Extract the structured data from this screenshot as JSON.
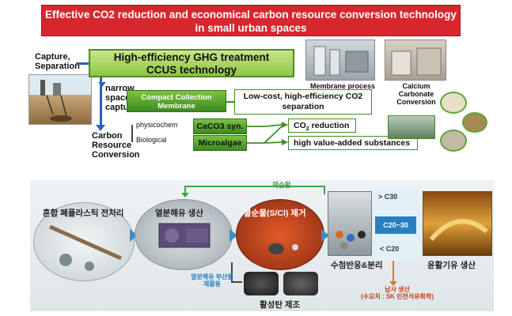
{
  "title": {
    "line1": "Effective CO2 reduction and economical carbon resource conversion technology",
    "line2": "in small urban spaces"
  },
  "main_banner": {
    "line1": "High-efficiency GHG treatment",
    "line2": "CCUS technology"
  },
  "left_labels": {
    "capture": "Capture,",
    "separation": "Separation",
    "narrow": "narrow",
    "space": "space",
    "capture2": "capture",
    "carbon": "Carbon",
    "resource": "Resource",
    "conversion": "Conversion"
  },
  "photo_captions": {
    "membrane": "Membrane process",
    "calcium1": "Calcium Carbonate",
    "calcium2": "Conversion"
  },
  "compact": {
    "line1": "Compact Collection",
    "line2": "Membrane"
  },
  "lowcost": {
    "line1": "Low-cost, high-efficiency CO2",
    "line2": "separation"
  },
  "paths": {
    "physico": "physicochem",
    "bio": "Biological"
  },
  "buttons": {
    "caco3": "CaCO3 syn.",
    "microalgae": "Microalgae"
  },
  "outcomes": {
    "co2_reduction_prefix": "CO",
    "co2_reduction_sub": "2",
    "co2_reduction_suffix": " reduction",
    "high_value": "high value-added substances"
  },
  "process": {
    "recycle": "재순환",
    "step1": "혼합 폐플라스틱 전처리",
    "step2": "열분해유 생산",
    "step3": "불순물(S/Cl) 제거",
    "step4": "수첨반응&분리",
    "step5": "윤활기유 생산",
    "step6": "활성탄 제조",
    "byproduct": {
      "line1": "열분해유 부산물",
      "line2": "재활용"
    },
    "c30": "> C30",
    "c20_30": "C20~30",
    "c20": "< C20",
    "product": {
      "line1": "납사 생산",
      "line2": "(수요처 : SK 인천석유화학)"
    }
  }
}
